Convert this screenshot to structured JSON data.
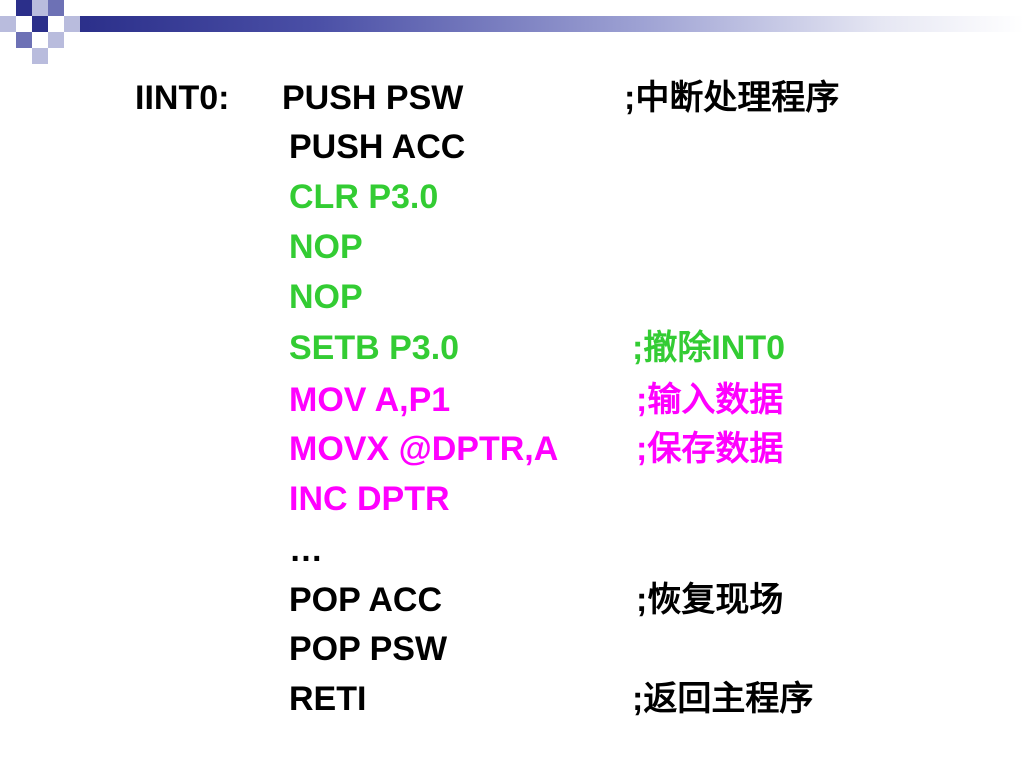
{
  "theme": {
    "accent_dark": "#2b2f8a",
    "accent_mid": "#6d71b5",
    "accent_light": "#b9bcdd",
    "green": "#33cc33",
    "magenta": "#ff00ff",
    "black": "#000000"
  },
  "code": {
    "label": "IINT0:",
    "lines": [
      {
        "instr": "PUSH PSW",
        "comment": ";中断处理程序",
        "color": "#000000"
      },
      {
        "instr": "PUSH ACC",
        "comment": "",
        "color": "#000000"
      },
      {
        "instr": "CLR P3.0",
        "comment": "",
        "color": "#33cc33"
      },
      {
        "instr": "NOP",
        "comment": "",
        "color": "#33cc33"
      },
      {
        "instr": "NOP",
        "comment": "",
        "color": "#33cc33"
      },
      {
        "instr": "SETB P3.0",
        "comment": ";撤除INT0",
        "color": "#33cc33"
      },
      {
        "instr": "MOV A,P1",
        "comment": ";输入数据",
        "color": "#ff00ff"
      },
      {
        "instr": "MOVX @DPTR,A",
        "comment": ";保存数据",
        "color": "#ff00ff"
      },
      {
        "instr": "INC DPTR",
        "comment": "",
        "color": "#ff00ff"
      },
      {
        "instr": "…",
        "comment": "",
        "color": "#000000"
      },
      {
        "instr": "POP ACC",
        "comment": ";恢复现场",
        "color": "#000000"
      },
      {
        "instr": "POP PSW",
        "comment": "",
        "color": "#000000"
      },
      {
        "instr": "RETI",
        "comment": ";返回主程序",
        "color": "#000000"
      }
    ]
  }
}
